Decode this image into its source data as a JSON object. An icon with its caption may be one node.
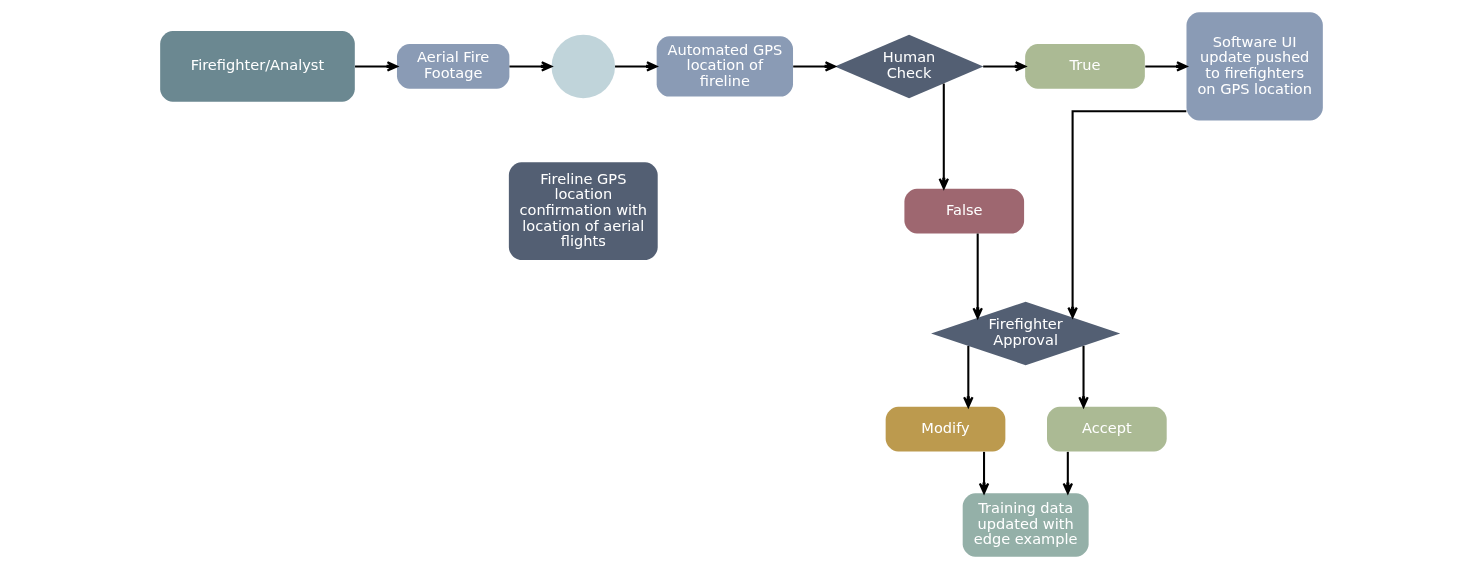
{
  "diagram": {
    "nodes": [
      {
        "text": [
          "Firefighter/Analyst"
        ]
      },
      {
        "text": [
          "Aerial Fire Footage"
        ]
      },
      {
        "text": [],
        "shape": "circle"
      },
      {
        "text": [
          "Fireline GPS location confirmation with location of aerial flights"
        ]
      },
      {
        "text": [
          "Automated GPS location of fireline"
        ]
      },
      {
        "text": [
          "Human Check"
        ]
      },
      {
        "text": [
          "True"
        ]
      },
      {
        "text": [
          "Software UI update pushed to firefighters on GPS location"
        ]
      },
      {
        "text": [
          "False"
        ]
      },
      {
        "text": [
          "Firefighter Approval"
        ]
      },
      {
        "text": [
          "Modify"
        ]
      },
      {
        "text": [
          "Accept"
        ]
      },
      {
        "text": [
          "Training data updated with edge example"
        ]
      }
    ],
    "edges": [
      {
        "from": 0,
        "to": 1,
        "arrow": "to"
      },
      {
        "from": 1,
        "to": 2,
        "arrow": "to"
      },
      {
        "from": 2,
        "to": 4,
        "arrow": "to"
      },
      {
        "from": 4,
        "to": 5,
        "arrow": "to"
      },
      {
        "from": 5,
        "to": 6,
        "arrow": "to"
      },
      {
        "from": 6,
        "to": 7,
        "arrow": "to"
      },
      {
        "from": 5,
        "to": 8,
        "arrow": "to"
      },
      {
        "from": 8,
        "to": 9,
        "arrow": "to"
      },
      {
        "from": 7,
        "to": 9,
        "arrow": "to"
      },
      {
        "from": 9,
        "to": 10,
        "arrow": "to"
      },
      {
        "from": 9,
        "to": 11,
        "arrow": "to"
      },
      {
        "from": 10,
        "to": 12,
        "arrow": "to"
      },
      {
        "from": 11,
        "to": 12,
        "arrow": "to"
      }
    ]
  }
}
